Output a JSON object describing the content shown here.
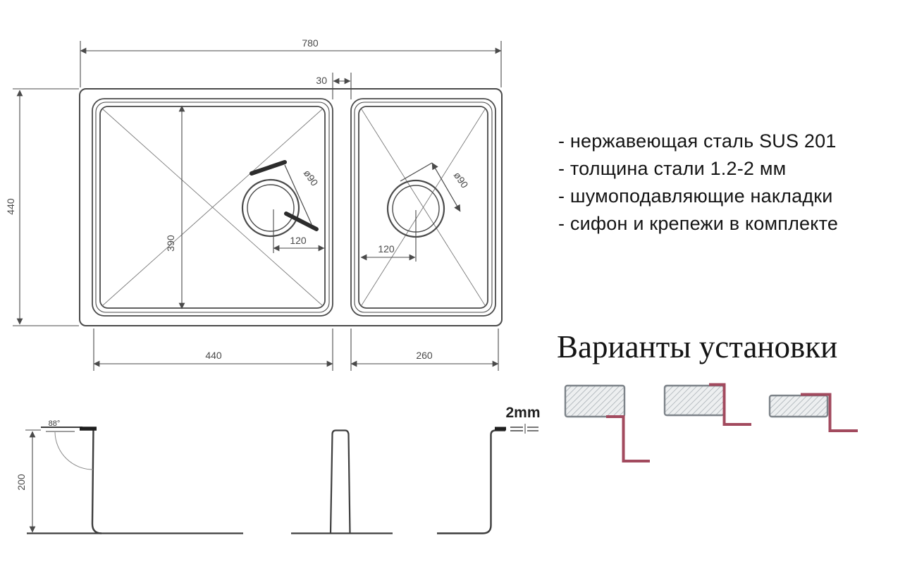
{
  "colors": {
    "line": "#4a4a4a",
    "section_line": "#3d3d3d",
    "rim_red": "#a24a5e",
    "hatch_fill": "#edeff0",
    "hatch_line": "#a6adb3",
    "text": "#141414"
  },
  "top_view": {
    "dim_width_total": "780",
    "dim_bowl_gap": "30",
    "dim_height_total": "440",
    "dim_bowl_inner_height": "390",
    "dim_drain_left": "ø90",
    "dim_drain_right": "ø90",
    "dim_drain_offset_left": "120",
    "dim_drain_offset_right": "120",
    "dim_bowl_left_width": "440",
    "dim_bowl_right_width": "260"
  },
  "section_view": {
    "dim_depth": "200",
    "dim_corner_angle": "88°",
    "dim_steel_thickness": "2mm"
  },
  "specs": {
    "lines": [
      "- нержавеющая сталь SUS 201",
      "- толщина стали 1.2-2 мм",
      "- шумоподавляющие накладки",
      "- сифон и крепежи в комплекте"
    ]
  },
  "installation": {
    "title": "Варианты установки"
  }
}
